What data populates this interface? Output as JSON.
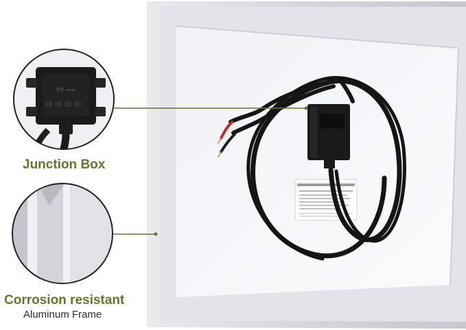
{
  "callouts": {
    "junction_box": {
      "title": "Junction Box"
    },
    "frame": {
      "title": "Corrosion resistant",
      "subtitle": "Aluminum Frame"
    }
  },
  "colors": {
    "accent_green": "#5e7a28",
    "frame_silver": "#dcdde2",
    "panel_backsheet": "#f6f7fb",
    "cable_black": "#141414"
  }
}
